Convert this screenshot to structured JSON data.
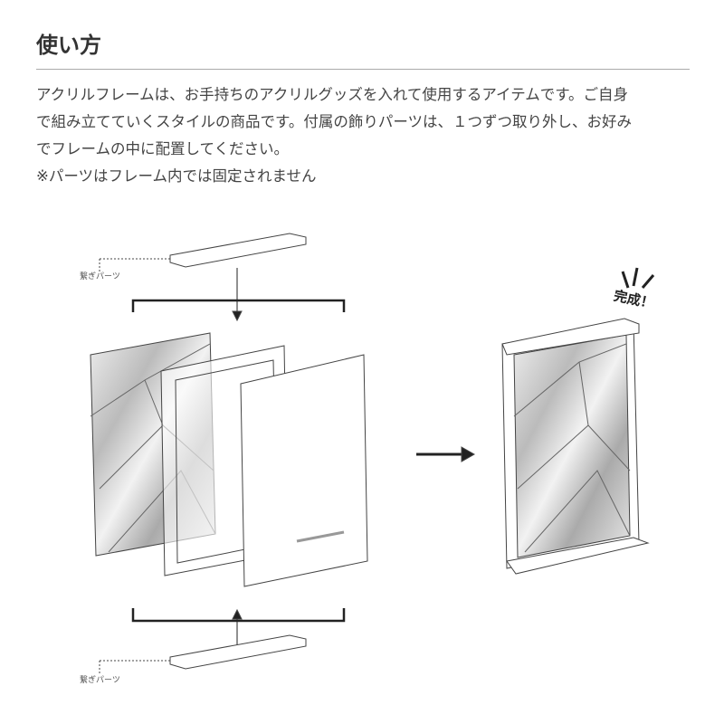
{
  "title": "使い方",
  "body": {
    "lines": [
      "アクリルフレームは、お手持ちのアクリルグッズを入れて使用するアイテムです。ご自身",
      "で組み立てていくスタイルの商品です。付属の飾りパーツは、１つずつ取り外し、お好み",
      "でフレームの中に配置してください。"
    ],
    "note": "※パーツはフレーム内では固定されません"
  },
  "diagram": {
    "connector_top": "繋ぎパーツ",
    "connector_bottom": "繋ぎパーツ",
    "complete": "完成！"
  }
}
